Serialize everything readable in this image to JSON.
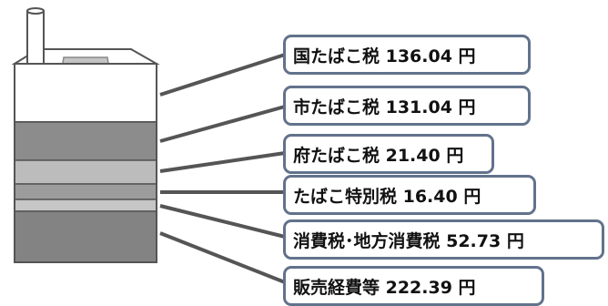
{
  "labels": [
    "国たばこ税 136.04 円",
    "市たばこ税 131.04 円",
    "府たばこ税 21.40 円",
    "たばこ特別税 16.40 円",
    "消費税･地方消費税 52.73 円",
    "販売経費等 222.39 円"
  ],
  "colors": {
    "outline": "#555555",
    "callout_border": "#62728c",
    "pack_top": "#ffffff",
    "lid": "#c4c4c4",
    "band_city": "#8c8c8c",
    "band_prefecture": "#bcbcbc",
    "band_special": "#9c9c9c",
    "band_consumption": "#c6c6c6",
    "band_expenses": "#838383"
  },
  "icons": [
    "cigarette-pack-icon",
    "cigarette-icon"
  ]
}
